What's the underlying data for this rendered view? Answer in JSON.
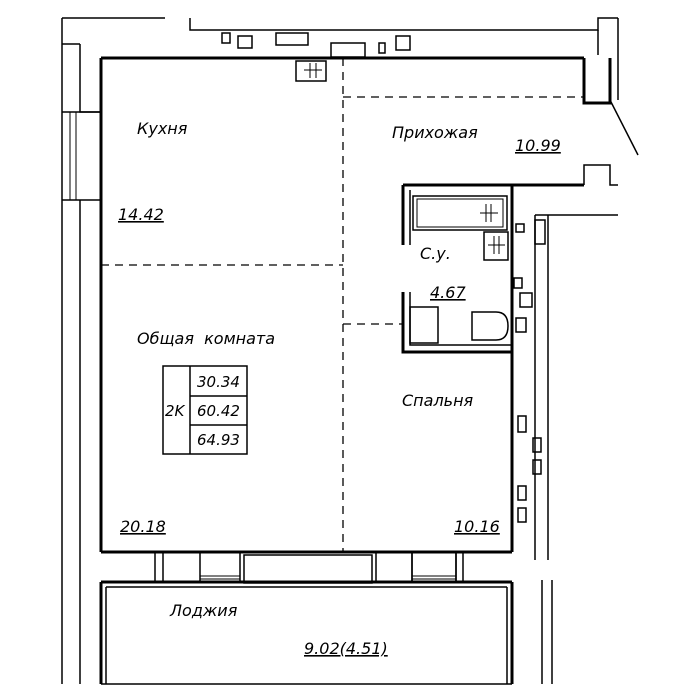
{
  "rooms": {
    "kitchen": {
      "name": "Кухня",
      "area": "14.42"
    },
    "hall": {
      "name": "Прихожая",
      "area": "10.99"
    },
    "bathroom": {
      "name": "С.у.",
      "area": "4.67"
    },
    "living": {
      "name": "Общая  комната",
      "area": "20.18"
    },
    "bedroom": {
      "name": "Спальня",
      "area": "10.16"
    },
    "loggia": {
      "name": "Лоджия",
      "area": "9.02(4.51)"
    }
  },
  "summary": {
    "type": "2K",
    "living_area": "30.34",
    "total_area": "60.42",
    "total_with_loggia": "64.93"
  }
}
